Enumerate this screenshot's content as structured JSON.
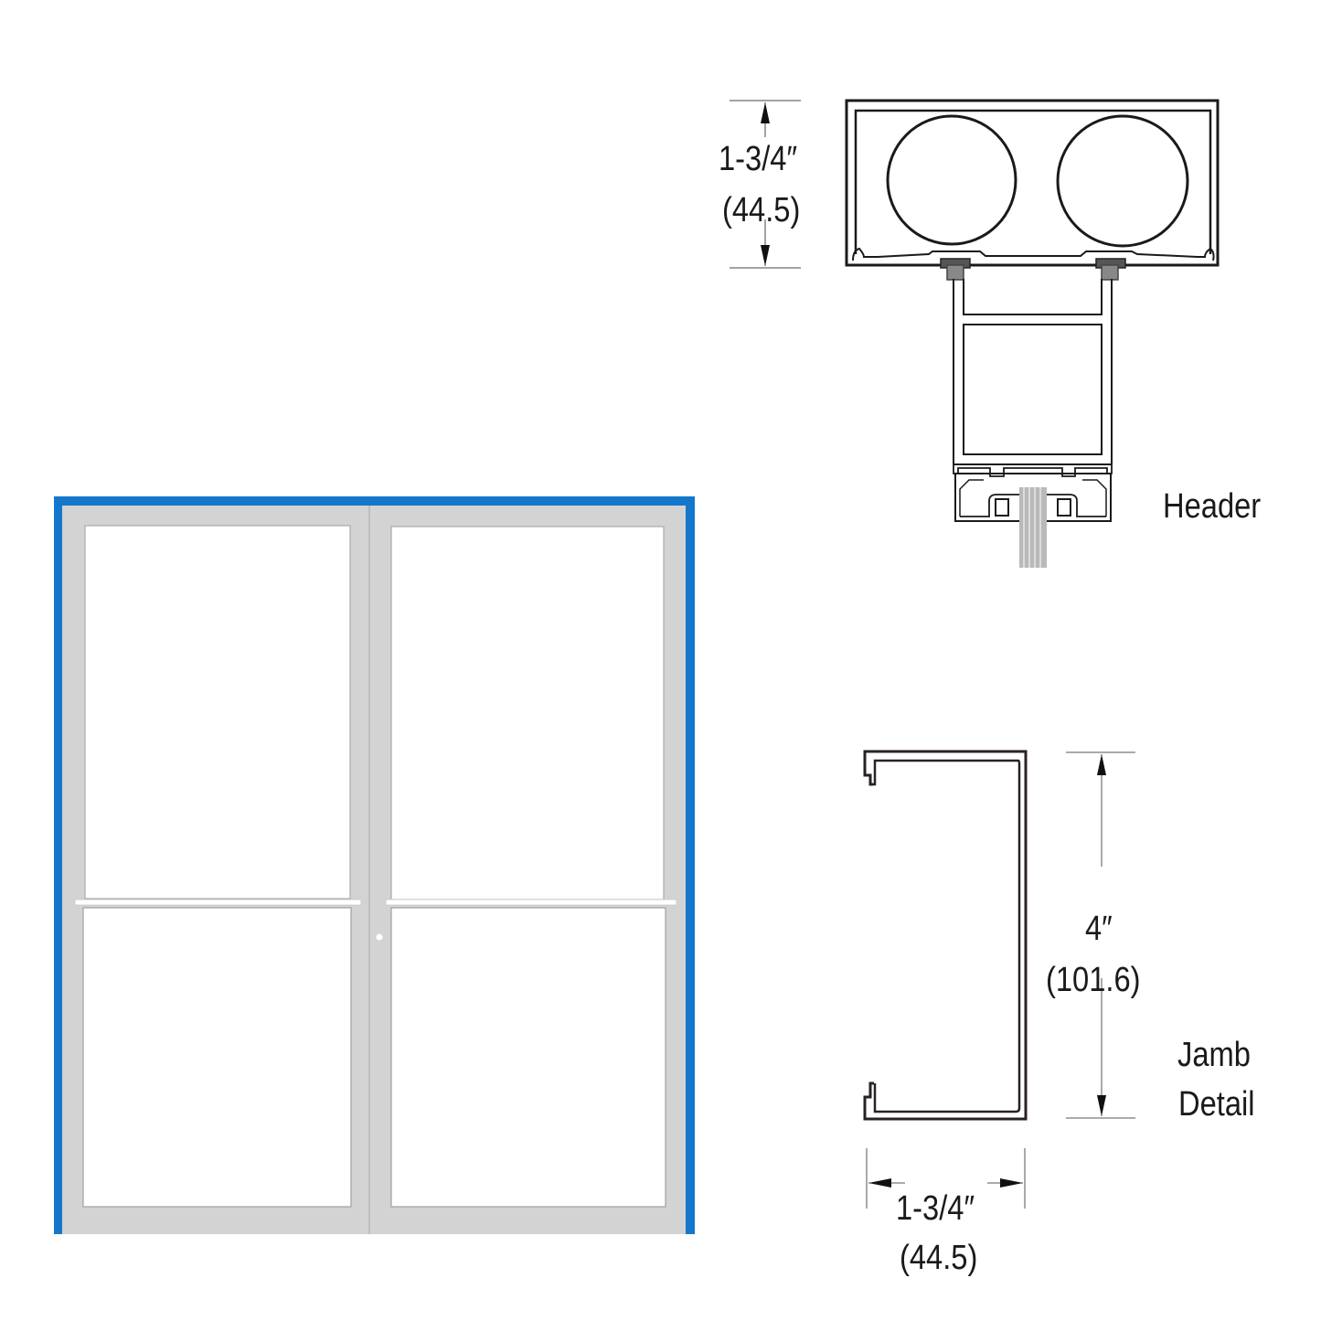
{
  "door_elevation": {
    "frame_color": "#1577cc",
    "door_color": "#d3d3d3",
    "glass_color": "#ffffff",
    "leaves": 2,
    "panels_per_leaf": 2,
    "push_bar": true
  },
  "header_detail": {
    "title": "Header",
    "dimension_imperial": "1-3/4″",
    "dimension_metric": "(44.5)"
  },
  "jamb_detail": {
    "title_line1": "Jamb",
    "title_line2": "Detail",
    "height_imperial": "4″",
    "height_metric": "(101.6)",
    "width_imperial": "1-3/4″",
    "width_metric": "(44.5)"
  }
}
